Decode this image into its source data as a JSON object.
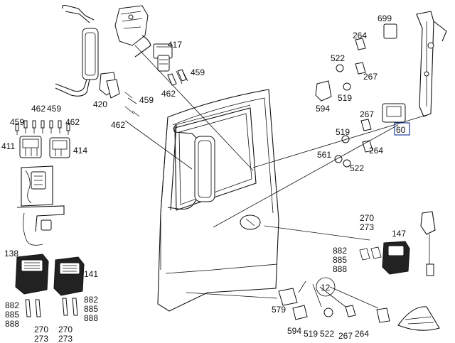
{
  "labels": {
    "l699": "699",
    "l264a": "264",
    "l522a": "522",
    "l267a": "267",
    "l519a": "519",
    "l594a": "594",
    "l267b": "267",
    "l519b": "519",
    "l60": "60",
    "l561": "561",
    "l264b": "264",
    "l522b": "522",
    "l417": "417",
    "l459a": "459",
    "l462a": "462",
    "l420": "420",
    "l459b": "459",
    "l462b": "462",
    "l462c": "462",
    "l459c": "459",
    "l459d": "459",
    "l462d": "462",
    "l411": "411",
    "l414": "414",
    "l138": "138",
    "l141": "141",
    "l882a": "882",
    "l885a": "885",
    "l888a": "888",
    "l270a": "270",
    "l273a": "273",
    "l270b": "270",
    "l273b": "273",
    "l882b": "882",
    "l885b": "885",
    "l888b": "888",
    "l270c": "270",
    "l273c": "273",
    "l147": "147",
    "l882c": "882",
    "l885c": "885",
    "l888c": "888",
    "l12": "12",
    "l579": "579",
    "l594b": "594",
    "l519c": "519",
    "l522c": "522",
    "l267c": "267",
    "l264c": "264"
  },
  "highlight_color": "#1f3d99"
}
